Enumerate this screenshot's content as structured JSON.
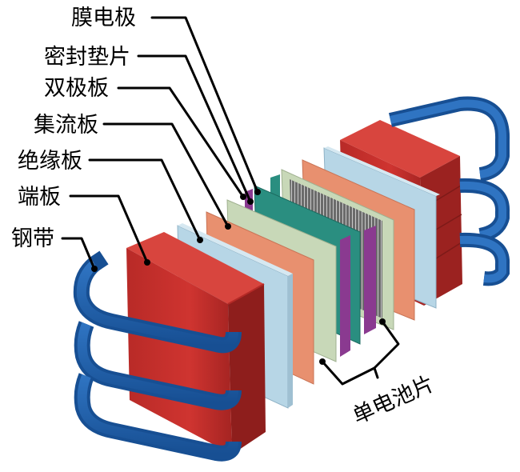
{
  "labels": {
    "membrane_electrode": "膜电极",
    "gasket": "密封垫片",
    "bipolar_plate": "双极板",
    "current_collector": "集流板",
    "insulation_plate": "绝缘板",
    "end_plate": "端板",
    "steel_strap": "钢带",
    "single_cell": "单电池片"
  },
  "colors": {
    "strap_blue": "#1f5fa8",
    "strap_dark": "#123f78",
    "end_red": "#c9302c",
    "end_red_dark": "#8e1e1c",
    "insulation_blue": "#b7d6e6",
    "collector_salmon": "#e8906f",
    "bipolar_green": "#c8d8b8",
    "membrane_teal": "#2a8e80",
    "gasket_purple": "#8a3a90"
  }
}
